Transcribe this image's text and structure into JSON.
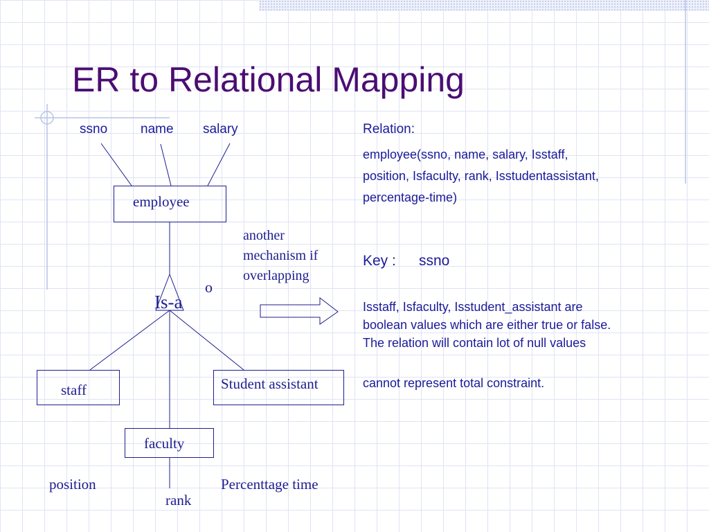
{
  "slide": {
    "title": "ER to Relational Mapping"
  },
  "diagram": {
    "attributes": {
      "ssno": "ssno",
      "name": "name",
      "salary": "salary"
    },
    "entity_employee": "employee",
    "isa_label": "Is-a",
    "overlap_marker": "o",
    "note": [
      "another",
      "mechanism if",
      "overlapping"
    ],
    "subclasses": {
      "staff": "staff",
      "student_assistant": "Student assistant",
      "faculty": "faculty"
    },
    "sub_attributes": {
      "position": "position",
      "rank": "rank",
      "percentage_time": "Percenttage time"
    }
  },
  "relation_text": {
    "heading": "Relation:",
    "schema_lines": [
      "employee(ssno, name, salary, Isstaff,",
      "position, Isfaculty, rank, Isstudentassistant,",
      "percentage-time)"
    ],
    "key_label": "Key :",
    "key_value": "ssno",
    "boolean_note": [
      "Isstaff, Isfaculty, Isstudent_assistant are",
      "boolean values which are either true or false.",
      "The relation will contain lot of null values"
    ],
    "constraint_note": "cannot represent total constraint."
  },
  "colors": {
    "title": "#4b0d73",
    "diagram_ink": "#1d1d8f",
    "body_text": "#1a1a99",
    "grid": "#dfe4f3",
    "decoration": "#b9c3e6"
  }
}
